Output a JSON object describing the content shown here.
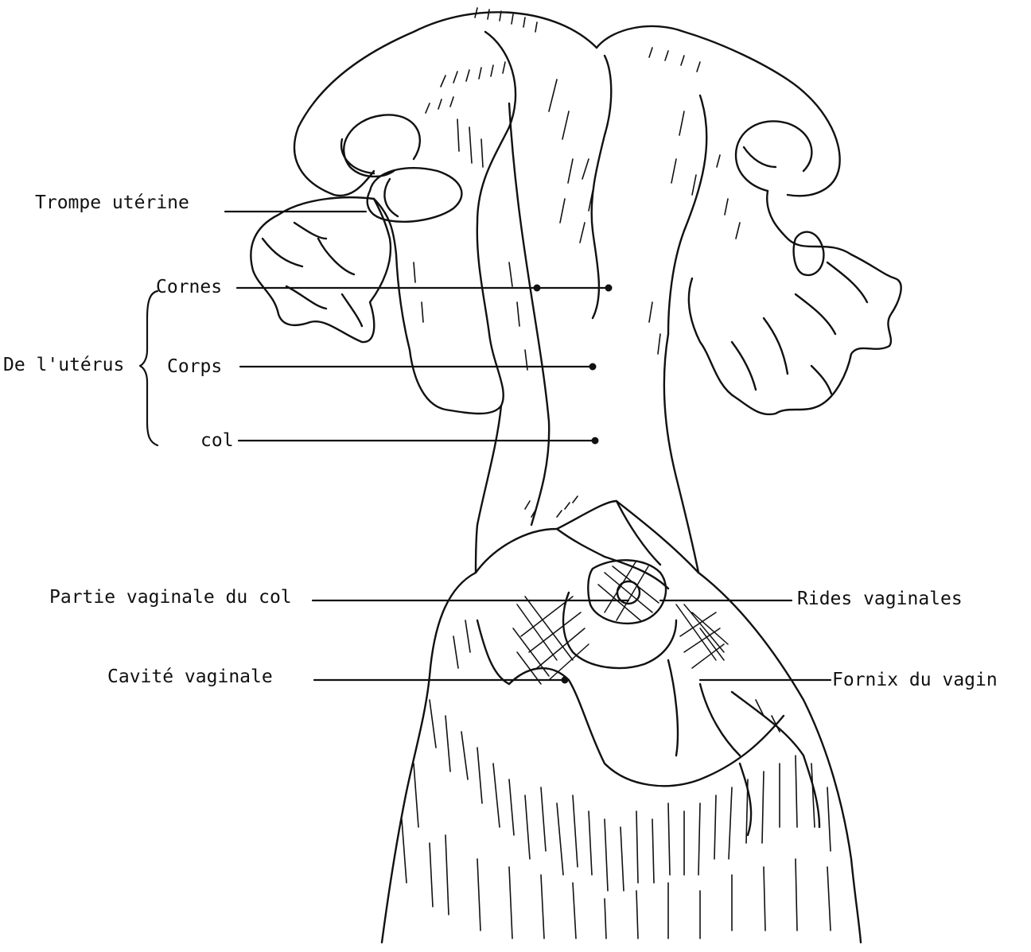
{
  "labels": {
    "trompe": "Trompe utérine",
    "cornes": "Cornes",
    "uterus": "De l'utérus",
    "corps": "Corps",
    "col": "col",
    "partie": "Partie vaginale du col",
    "rides": "Rides vaginales",
    "cavite": "Cavité vaginale",
    "fornix": "Fornix du vagin"
  },
  "colors": {
    "ink": "#111111",
    "paper": "#ffffff"
  }
}
